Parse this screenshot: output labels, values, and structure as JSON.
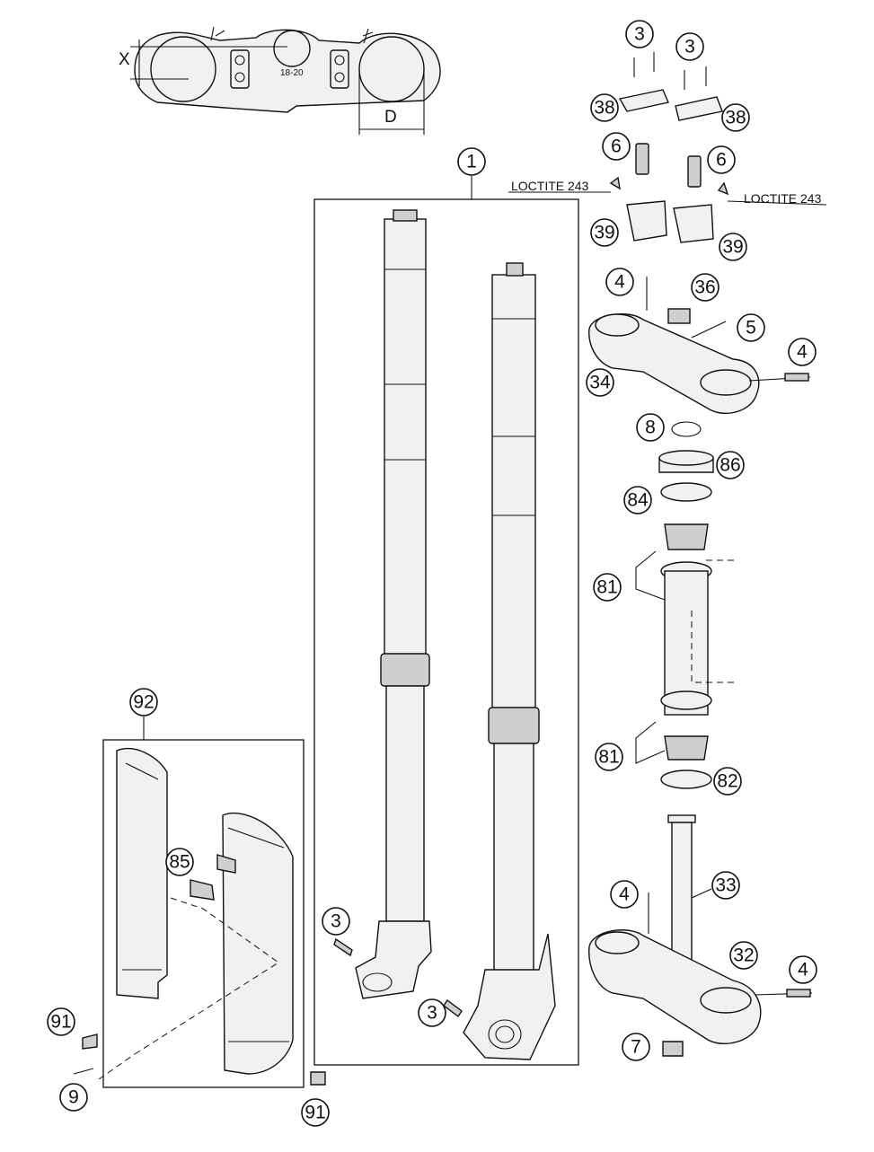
{
  "dimension_labels": {
    "x": "X",
    "d": "D"
  },
  "tightening_notes": {
    "left": "LOCTITE 243",
    "right": "LOCTITE 243"
  },
  "callouts": {
    "c1": "1",
    "c3a": "3",
    "c3b": "3",
    "c3c": "3",
    "c3d": "3",
    "c4a": "4",
    "c4b": "4",
    "c4c": "4",
    "c4d": "4",
    "c5": "5",
    "c6a": "6",
    "c6b": "6",
    "c7": "7",
    "c8": "8",
    "c9": "9",
    "c32": "32",
    "c33": "33",
    "c34": "34",
    "c36": "36",
    "c38a": "38",
    "c38b": "38",
    "c39a": "39",
    "c39b": "39",
    "c81a": "81",
    "c81b": "81",
    "c82": "82",
    "c84": "84",
    "c85": "85",
    "c86": "86",
    "c91a": "91",
    "c91b": "91",
    "c92": "92"
  },
  "crown_imprint": "18-20"
}
